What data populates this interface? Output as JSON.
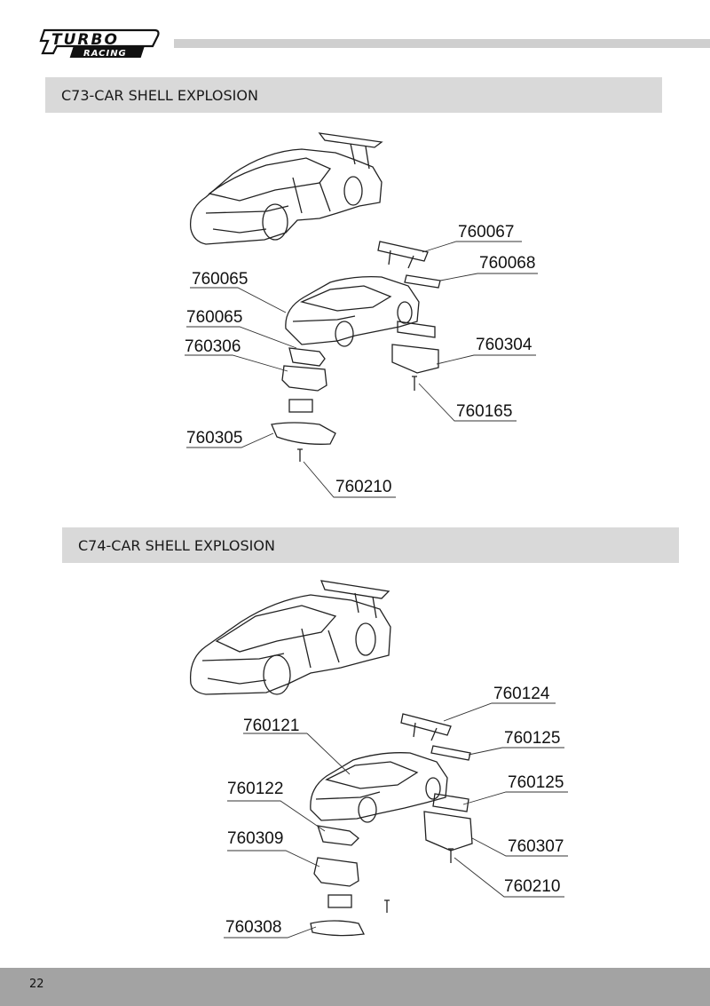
{
  "header": {
    "brand_main": "TURBO",
    "brand_sub": "RACING"
  },
  "sections": [
    {
      "title": "C73-CAR SHELL EXPLOSION",
      "parts": [
        "760067",
        "760068",
        "760065",
        "760065",
        "760306",
        "760304",
        "760165",
        "760305",
        "760210"
      ]
    },
    {
      "title": "C74-CAR SHELL EXPLOSION",
      "parts": [
        "760124",
        "760121",
        "760125",
        "760125",
        "760122",
        "760307",
        "760309",
        "760210",
        "760308"
      ]
    }
  ],
  "footer": {
    "page_number": "22"
  }
}
